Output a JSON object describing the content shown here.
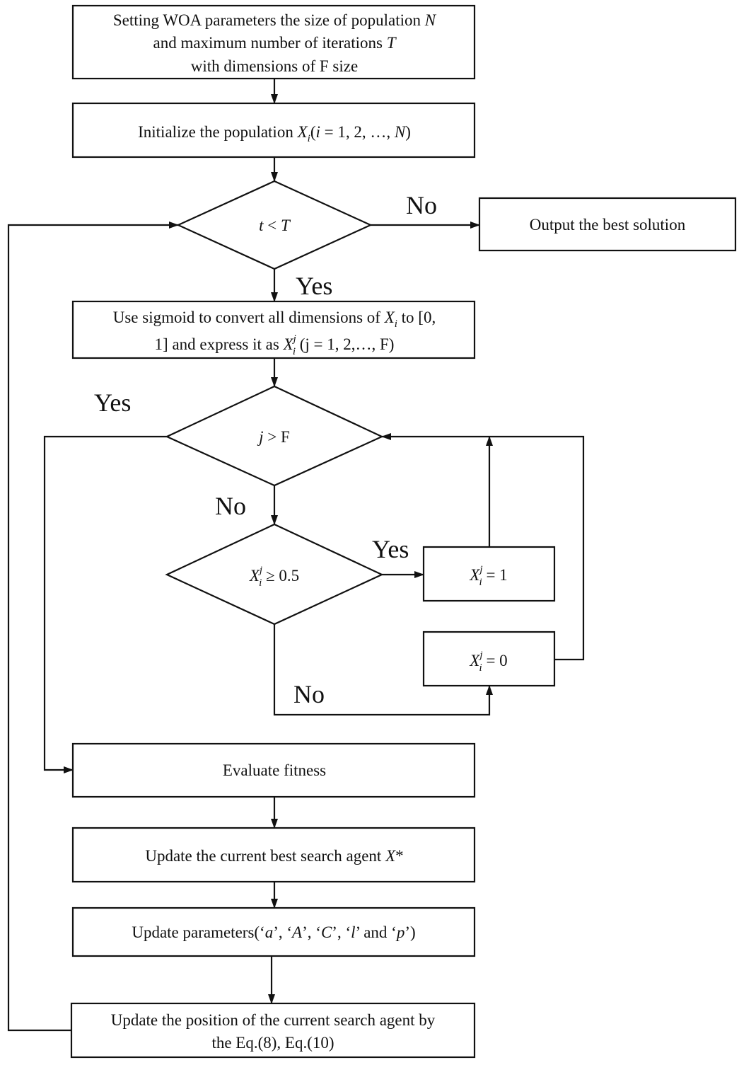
{
  "figure": {
    "nodes": {
      "setup": {
        "line1_pre": "Setting WOA parameters the size of population ",
        "line1_var": "N",
        "line2_pre": "and maximum number of iterations ",
        "line2_var": "T",
        "line3": "with dimensions of F size"
      },
      "init": {
        "pre": "Initialize the population ",
        "var": "X",
        "sub": "i",
        "paren_open": "(",
        "i_var": "i",
        "rest": " = 1, 2, …, ",
        "n_var": "N",
        "paren_close": ")"
      },
      "cond_t": {
        "left": "t",
        "op": " < ",
        "right": "T"
      },
      "output": {
        "text": "Output the best solution"
      },
      "sigmoid": {
        "line1_pre": "Use sigmoid to convert all dimensions of ",
        "line1_var": "X",
        "line1_sub": "i",
        "line1_post": " to [0,",
        "line2_pre": "1] and express it as ",
        "line2_var": "X",
        "line2_sup": "j",
        "line2_sub": "i",
        "line2_post": " (j = 1, 2,…, F)"
      },
      "cond_j": {
        "left": "j",
        "right": " > F"
      },
      "cond_x": {
        "var": "X",
        "sup": "j",
        "sub": "i",
        "right": " ≥ 0.5"
      },
      "set_one": {
        "var": "X",
        "sup": "j",
        "sub": "i",
        "right": " = 1"
      },
      "set_zero": {
        "var": "X",
        "sup": "j",
        "sub": "i",
        "right": " = 0"
      },
      "evaluate": {
        "text": "Evaluate fitness"
      },
      "update_best": {
        "pre": "Update the current best search agent ",
        "var": "X",
        "post": "*"
      },
      "update_params": {
        "pre": "Update parameters(‘",
        "a": "a",
        "s1": "’, ‘",
        "A": "A",
        "s2": "’, ‘",
        "C": "C",
        "s3": "’, ‘",
        "l": "l",
        "s4": "’ and ‘",
        "p": "p",
        "post": "’)"
      },
      "update_pos": {
        "line1": "Update the position of the current search agent by",
        "line2": "the Eq.(8), Eq.(10)"
      }
    },
    "edge_labels": {
      "t_no": "No",
      "t_yes": "Yes",
      "j_yes": "Yes",
      "j_no": "No",
      "x_yes": "Yes",
      "x_no": "No"
    }
  }
}
